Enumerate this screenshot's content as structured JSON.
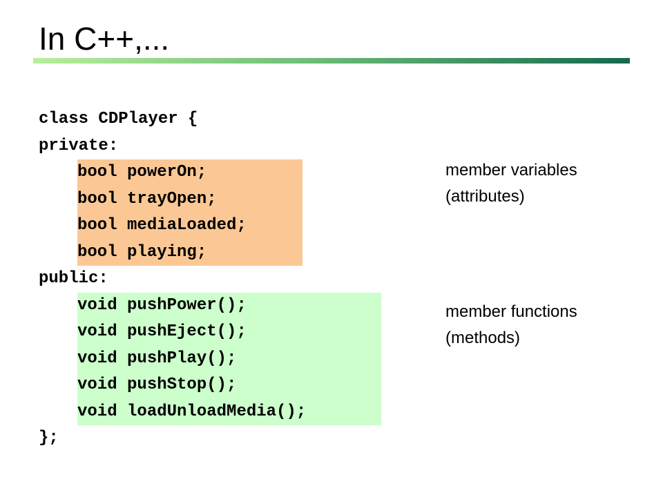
{
  "slide": {
    "title": "In C++,...",
    "code": {
      "class_open": "class CDPlayer {",
      "private_label": "private:",
      "member_variables": [
        "bool powerOn;",
        "bool trayOpen;",
        "bool mediaLoaded;",
        "bool playing;"
      ],
      "public_label": "public:",
      "member_functions": [
        "void pushPower();",
        "void pushEject();",
        "void pushPlay();",
        "void pushStop();",
        "void loadUnloadMedia();"
      ],
      "class_close": "};"
    },
    "annotations": {
      "variables_line1": "member variables",
      "variables_line2": "(attributes)",
      "functions_line1": "member functions",
      "functions_line2": "(methods)"
    },
    "colors": {
      "variables_highlight": "#fbc895",
      "functions_highlight": "#ccffcc",
      "rule_start": "#b8ef9b",
      "rule_end": "#16694f"
    }
  }
}
